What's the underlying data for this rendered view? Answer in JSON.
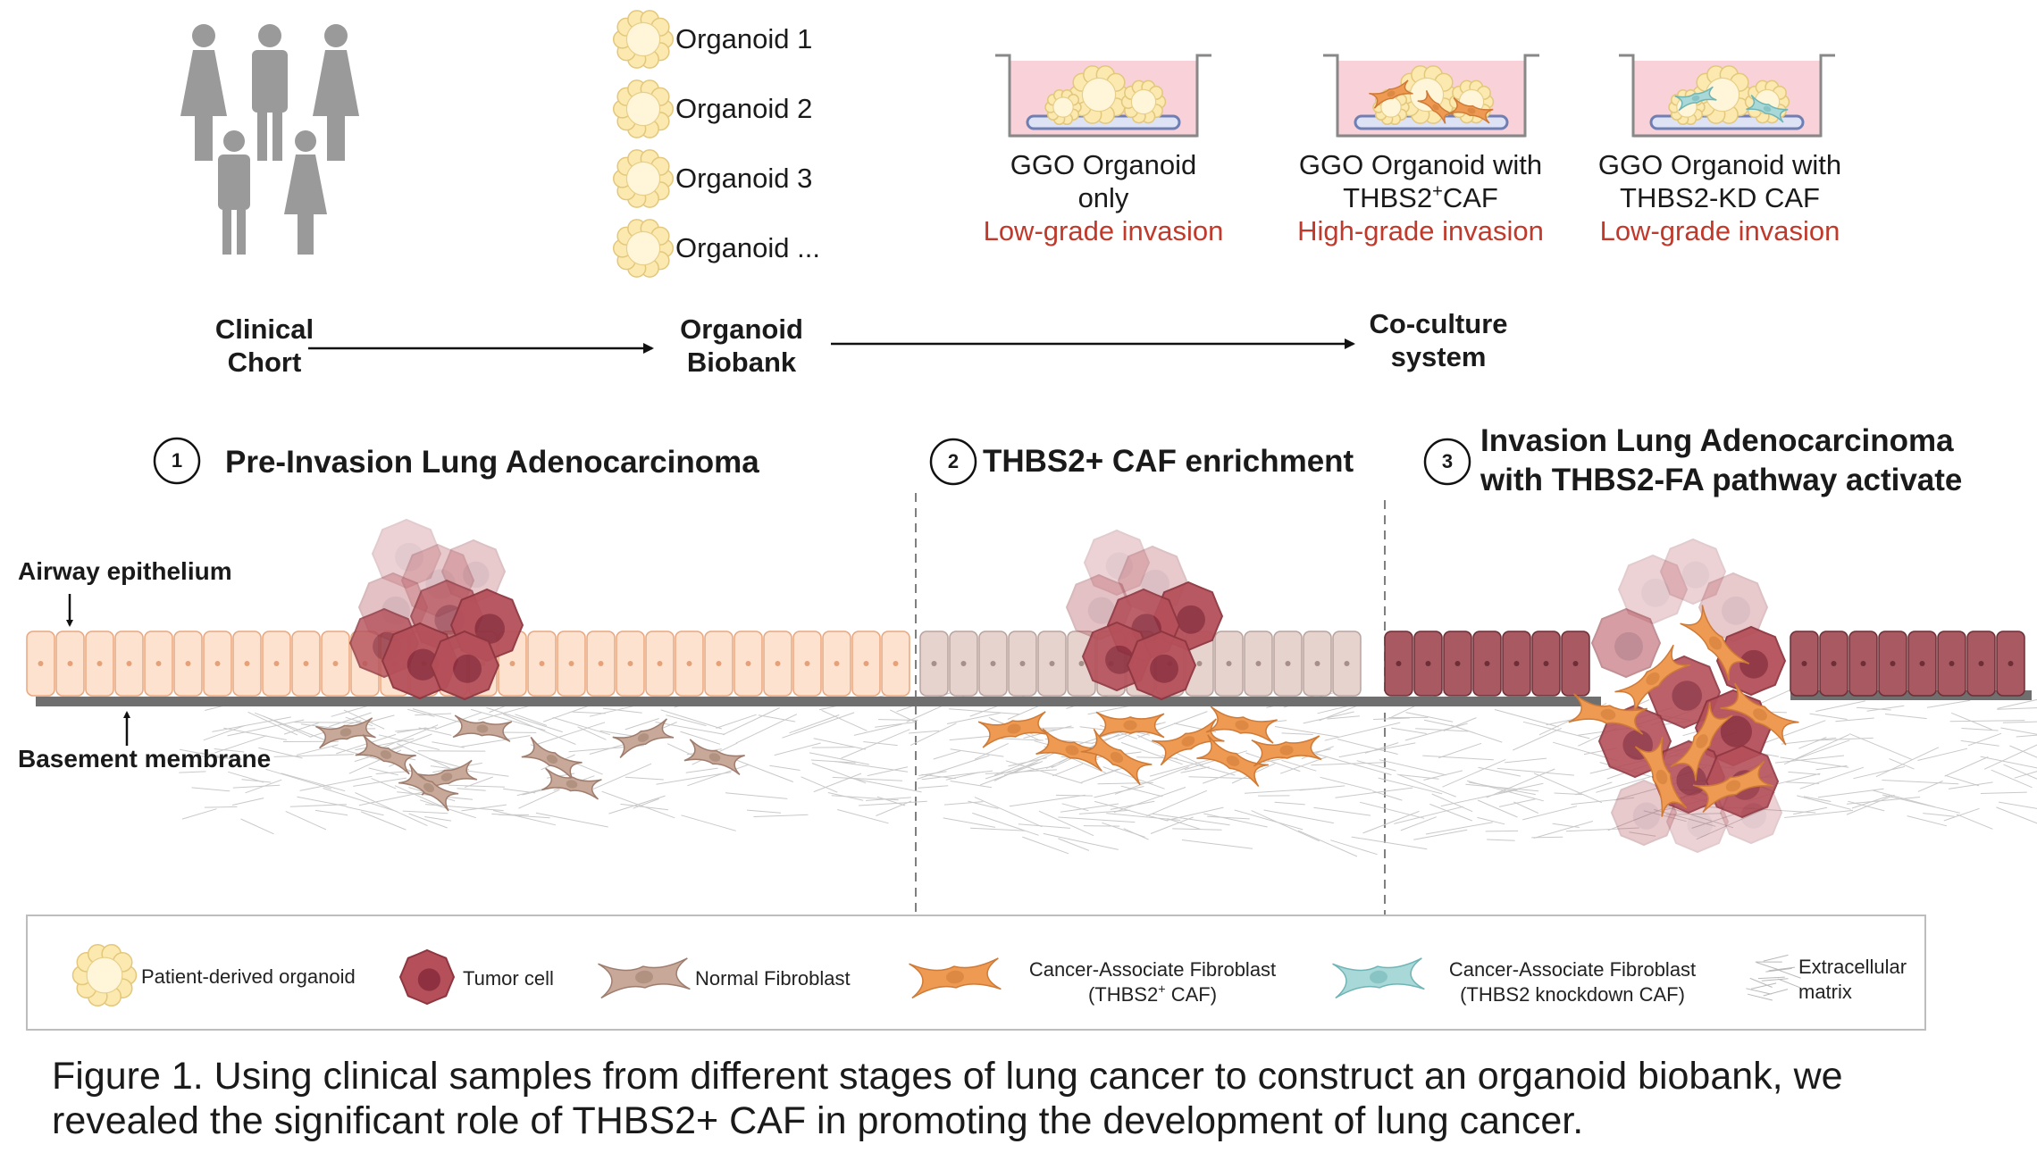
{
  "workflow": {
    "clinical": {
      "line1": "Clinical",
      "line2": "Chort"
    },
    "biobank": {
      "line1": "Organoid",
      "line2": "Biobank"
    },
    "coculture": {
      "line1": "Co-culture",
      "line2": "system"
    },
    "organoids": [
      "Organoid 1",
      "Organoid 2",
      "Organoid 3",
      "Organoid ..."
    ]
  },
  "culture_wells": [
    {
      "line1": "GGO Organoid",
      "line2": "only",
      "result": "Low-grade invasion"
    },
    {
      "line1": "GGO Organoid with",
      "line2_pre": "THBS2",
      "line2_sup": "+",
      "line2_post": "CAF",
      "result": "High-grade invasion"
    },
    {
      "line1": "GGO Organoid with",
      "line2": "THBS2-KD CAF",
      "result": "Low-grade invasion"
    }
  ],
  "stages": [
    {
      "num": "1",
      "title": "Pre-Invasion Lung Adenocarcinoma"
    },
    {
      "num": "2",
      "title": "THBS2+ CAF enrichment"
    },
    {
      "num": "3",
      "title_line1": "Invasion Lung Adenocarcinoma",
      "title_line2": "with THBS2-FA pathway activate"
    }
  ],
  "labels": {
    "airway": "Airway epithelium",
    "basement": "Basement membrane"
  },
  "legend": {
    "organoid": "Patient-derived organoid",
    "tumor": "Tumor cell",
    "normal_fibro": "Normal Fibroblast",
    "caf_line1": "Cancer-Associate Fibroblast",
    "caf_line2_pre": "(THBS2",
    "caf_line2_sup": "+",
    "caf_line2_post": " CAF)",
    "kd_line1": "Cancer-Associate Fibroblast",
    "kd_line2": "(THBS2 knockdown CAF)",
    "ecm_line1": "Extracellular",
    "ecm_line2": "matrix"
  },
  "caption": {
    "line1": "Figure 1. Using clinical samples from different stages of lung cancer to construct an organoid biobank, we",
    "line2": "revealed the significant role of THBS2+ CAF in promoting the development of lung cancer."
  },
  "colors": {
    "organoid": "#fbe9b0",
    "tumor": "#b5505a",
    "caf": "#ee9a52",
    "caf_kd": "#a8d8d8",
    "normal_fibro": "#c8a898",
    "cell_stage1": "#fde2cf",
    "cell_stage2": "#e6d3ce",
    "cell_stage3": "#a85961",
    "medium": "#f5c2cc",
    "accent_red": "#c0392b"
  },
  "icons": [
    "person-icon",
    "organoid-icon",
    "culture-well-icon",
    "tumor-cell-icon",
    "fibroblast-icon",
    "arrow-icon"
  ]
}
